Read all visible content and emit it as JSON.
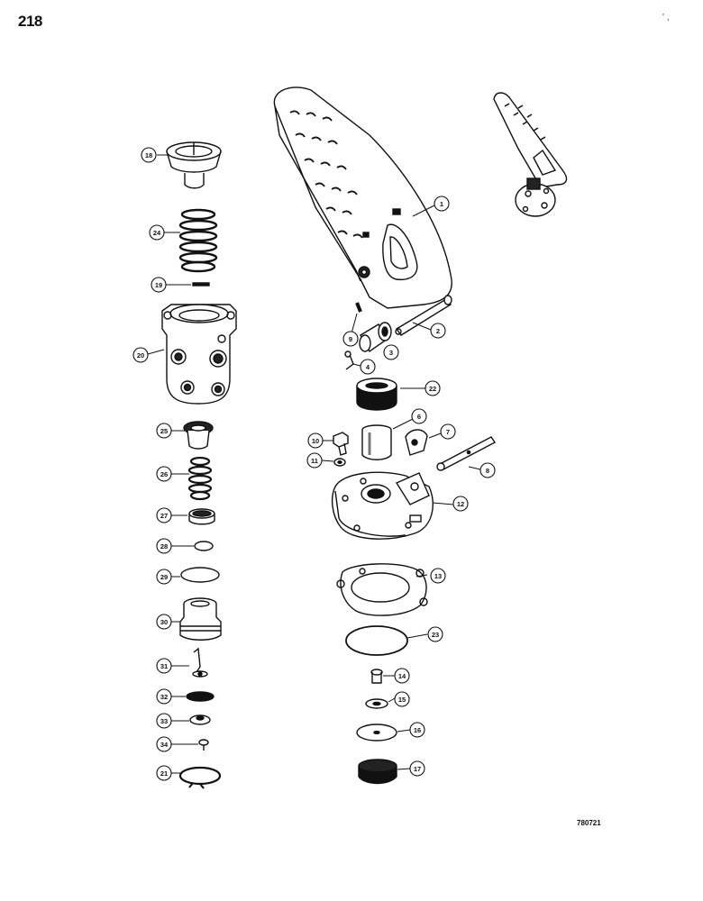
{
  "page_number": "218",
  "figure_code": "780721",
  "corner_mark": "' ,",
  "callouts": [
    "1",
    "2",
    "3",
    "4",
    "6",
    "7",
    "8",
    "9",
    "10",
    "11",
    "12",
    "13",
    "14",
    "15",
    "16",
    "17",
    "18",
    "19",
    "20",
    "21",
    "22",
    "23",
    "24",
    "25",
    "26",
    "27",
    "28",
    "29",
    "30",
    "31",
    "32",
    "33",
    "34"
  ],
  "colors": {
    "ink": "#111111",
    "paper": "#ffffff"
  }
}
